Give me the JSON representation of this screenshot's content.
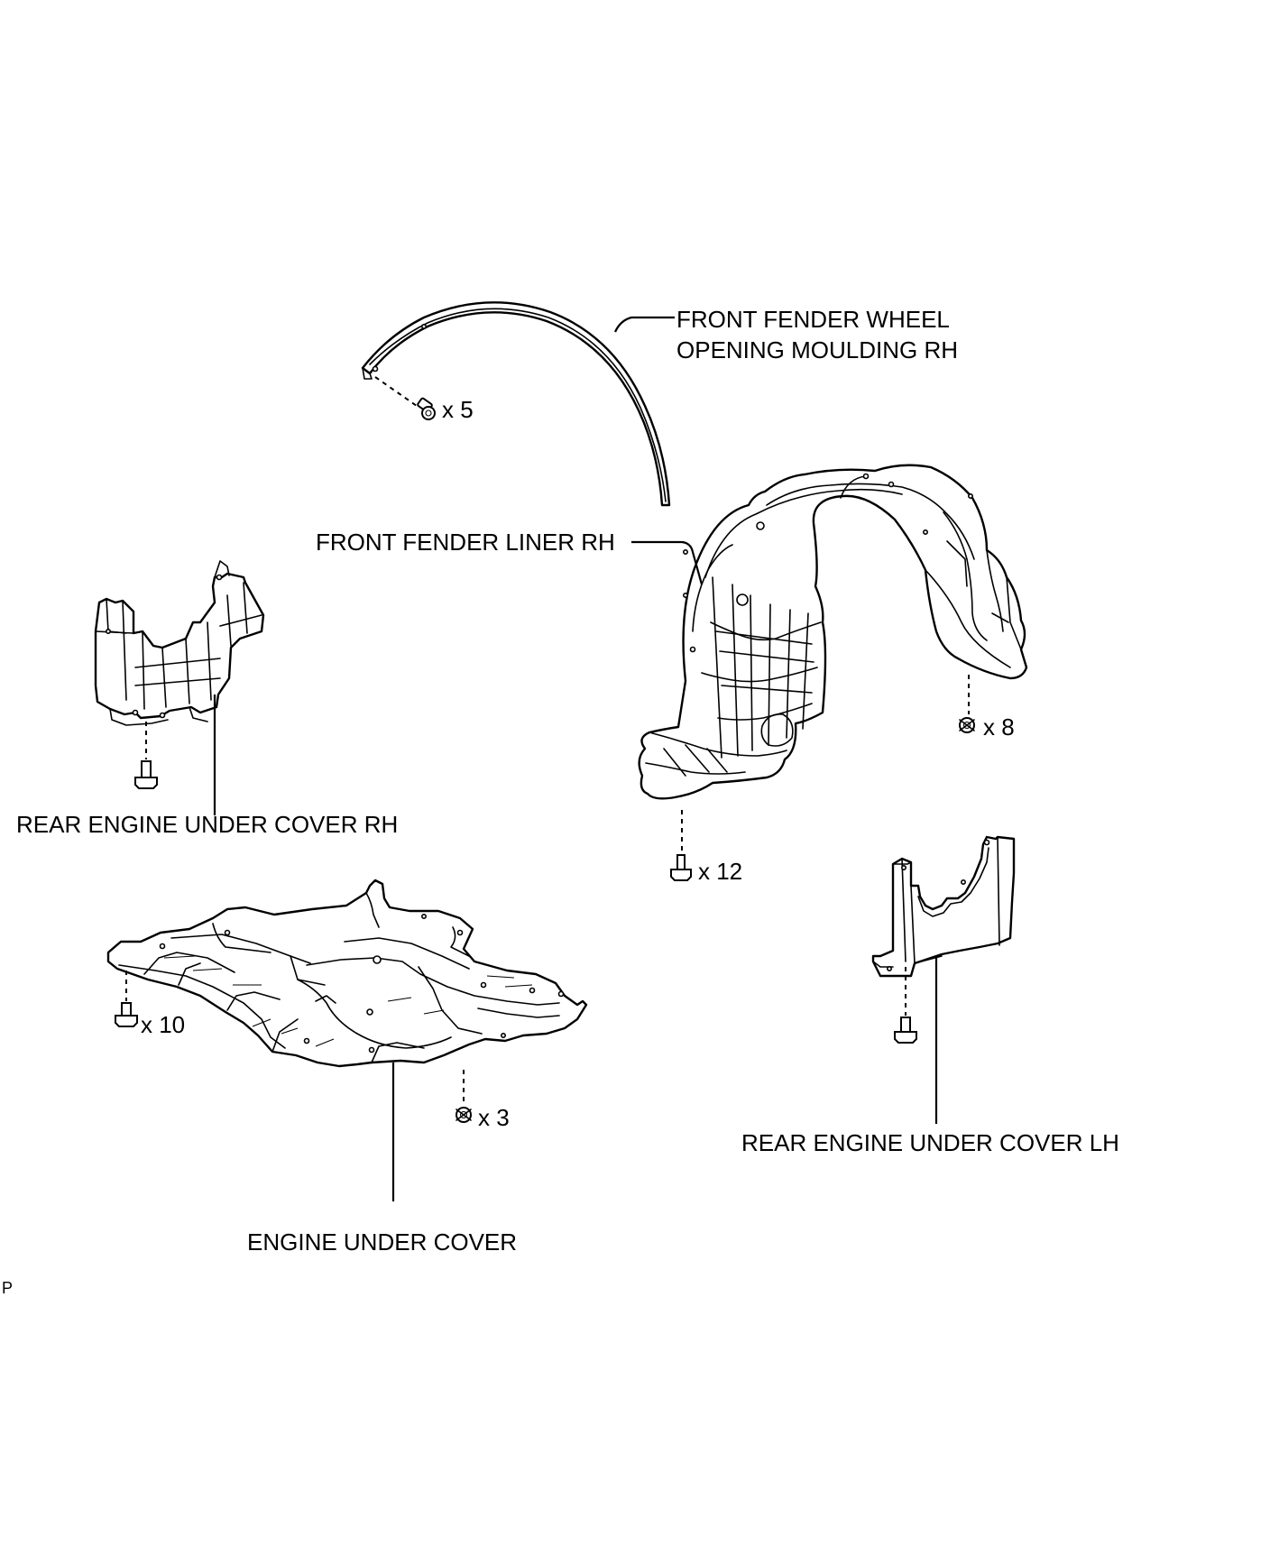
{
  "diagram": {
    "labels": {
      "moulding_line1": "FRONT FENDER WHEEL",
      "moulding_line2": "OPENING MOULDING RH",
      "liner": "FRONT FENDER LINER RH",
      "rear_rh": "REAR ENGINE UNDER COVER RH",
      "rear_lh": "REAR ENGINE UNDER COVER LH",
      "engine_cover": "ENGINE UNDER COVER"
    },
    "fastener_counts": {
      "moulding": "x 5",
      "liner_top": "x 8",
      "liner_bottom": "x 12",
      "engine_front": "x 10",
      "engine_rear": "x 3"
    },
    "corner_mark": "P"
  }
}
